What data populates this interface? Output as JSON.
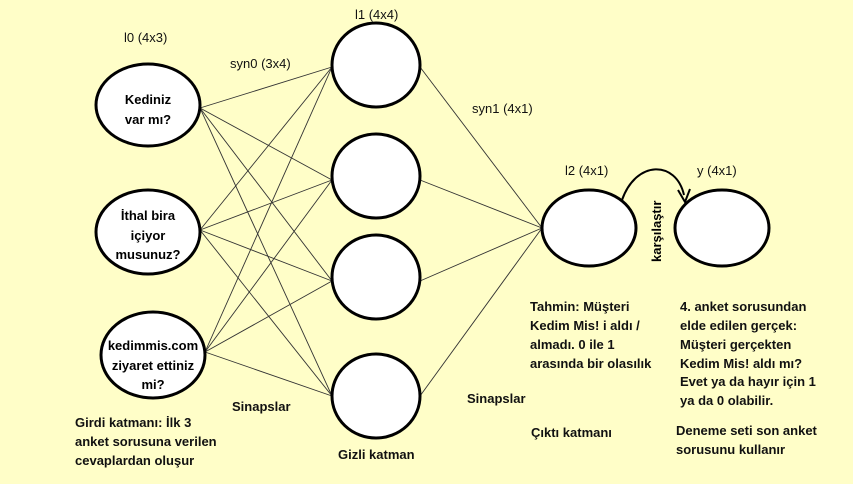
{
  "labels": {
    "l0": "l0 (4x3)",
    "l1": "l1 (4x4)",
    "l2": "l2 (4x1)",
    "y": "y (4x1)",
    "syn0": "syn0 (3x4)",
    "syn1": "syn1 (4x1)",
    "compare": "karşılaştır"
  },
  "input_nodes": [
    {
      "line1": "Kediniz",
      "line2": "var  mı?",
      "line3": ""
    },
    {
      "line1": "İthal bira",
      "line2": "içiyor",
      "line3": "musunuz?"
    },
    {
      "line1": "kedimmis.com",
      "line2": "ziyaret ettiniz",
      "line3": "mi?"
    }
  ],
  "captions": {
    "input_layer": [
      "Girdi katmanı: İlk 3",
      "anket sorusuna verilen",
      "cevaplardan oluşur"
    ],
    "synapses_left": "Sinapslar",
    "hidden_layer": "Gizli katman",
    "synapses_right": "Sinapslar",
    "prediction": [
      "Tahmin: Müşteri",
      "Kedim Mis! i aldı /",
      "almadı. 0 ile 1",
      "arasında bir olasılık"
    ],
    "output_layer": "Çıktı katmanı",
    "truth": [
      "4. anket sorusundan",
      "elde edilen gerçek:",
      "Müşteri gerçekten",
      "Kedim Mis! aldı mı?",
      "Evet ya da hayır için 1",
      "ya da 0 olabilir."
    ],
    "test_set": [
      "Deneme seti son anket",
      "sorusunu kullanır"
    ]
  },
  "colors": {
    "background": "#fffec8",
    "node_stroke": "#000000",
    "node_fill": "#ffffff"
  }
}
